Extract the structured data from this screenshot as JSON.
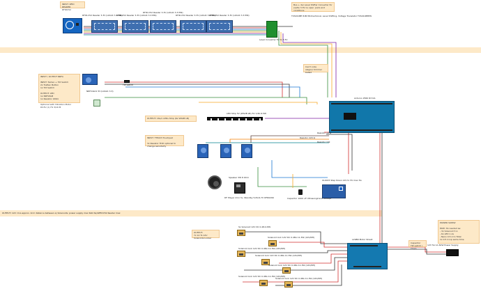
{
  "notes": {
    "rfid_input": "INPUT: RFID READER\nRFIDC52",
    "level_shifter": "Bus + der Level Shifter Converter for (optie 3.3V ou spec. pairs and conditions",
    "logic_note": "Can't code\nalegos/ trimmer ballad",
    "input_output_nrfa": "INPUT / OUTPUT NRFA\n\nINPUT: Tacten + Tilt Switch\n2x Tietten Button\n1x Tilt Switch\n\nOUTPUT: LED\n1x NRF24LB\n1x Resistor 220Ω\n\nOptional with Vibration Motor\nDC3V (1) F4 3/16 M",
    "output_leds": "OUTPUT: 16x/n LEDs Strip (6x WS2B LB)",
    "input_ttp223": "INPUT: TTP223 Touchpad\n\n3x Resistor TDD optional to change sensitivity",
    "output_wide": "OUTPUT: 12V: mra approx. 4cm distance between a) Solenoids; power supply max 6AK fa(ARFIDC52 Reader max",
    "output_solenoid": "OUTPUT:\n7x 12 To 12V Solenoids Locker",
    "power_supply": "POWER SUPPLY\n\n80W: 3A needed as:\n- 3x Solenoid 3 A\n- 6x LED 1 Ax\n- Nano 0.5 A to Total\n1x 0.5 A Lip same time",
    "capacitor": "Capacitor\nTilt switch / Chain"
  },
  "labels": {
    "rfid_reader_1": "RFID-C52 Reader 3.3V (LOGIC 3.3 PIN)",
    "rfid_reader_2": "RFID-C52 Reader 3.3V (LOGIC 3.3 PIN)",
    "rfid_reader_3": "RFID-C52 Reader 3.3V (LOGIC 3.3 PIN)",
    "rfid_reader_4": "RFID-C52 Reader 3.3V (LOGIC 3.3 PIN)",
    "rfid_reader_5": "RFID-C52 Reader 3.3V (LOGIC 3.3 PIN)",
    "level_converter": "Level Converter 5V to 3.3V",
    "txs_note": "TXS0108E 8-Bit Bidirectional, Level Shifting, Voltage Translator\nTXS0108EPW",
    "tilt_switch": "Tilt switch",
    "nrf_module": "NRF24L01 5V (LOGIC 3.3)",
    "led_strip": "LED Strip 5V (WS2B LB) 5V 1,8A  6.5W",
    "arduino_mega": "Arduino 2560 R3 DA",
    "resistor_1": "Resistor 10 Ω",
    "resistor_2": "Resistor 220 Ω",
    "resistor_3": "Resistor 10k",
    "speaker": "Speaker 3W 8 Ohm",
    "dfplayer": "DF Player mini 3+ Standby 5,6V/4,7V\nDFR0299",
    "buck": "XL4015 Step Down 12V to 5V max 5A",
    "capacitor_lbl": "Capacitor 1000 uF Ultrasongkrenn\n1000µF",
    "relay_board": "L298N Motor Shield",
    "psu": "12V 5A 1A 60W Power Supply",
    "sol_1": "SL Solenoid 12V DC 0.48-0.8W",
    "sol_2": "Solenoid lock 12V DC 0.48A 11.3W (12V/NH)",
    "sol_3": "Solenoid lock 12V DC 0.48A 11.3W (12V/NH)",
    "sol_4": "Solenoid lock 12V DC 0.48A 11.3W (12V/NH)",
    "sol_5": "Solenoid lock 12V DC 0.48A 11.3W (12V/NH)",
    "sol_6": "Solenoid lock 12V DC 0.48A 11.3W (12V/NH)",
    "sol_7": "Solenoid lock 12V DC 0.48A 11.3W (12V/NH)"
  }
}
